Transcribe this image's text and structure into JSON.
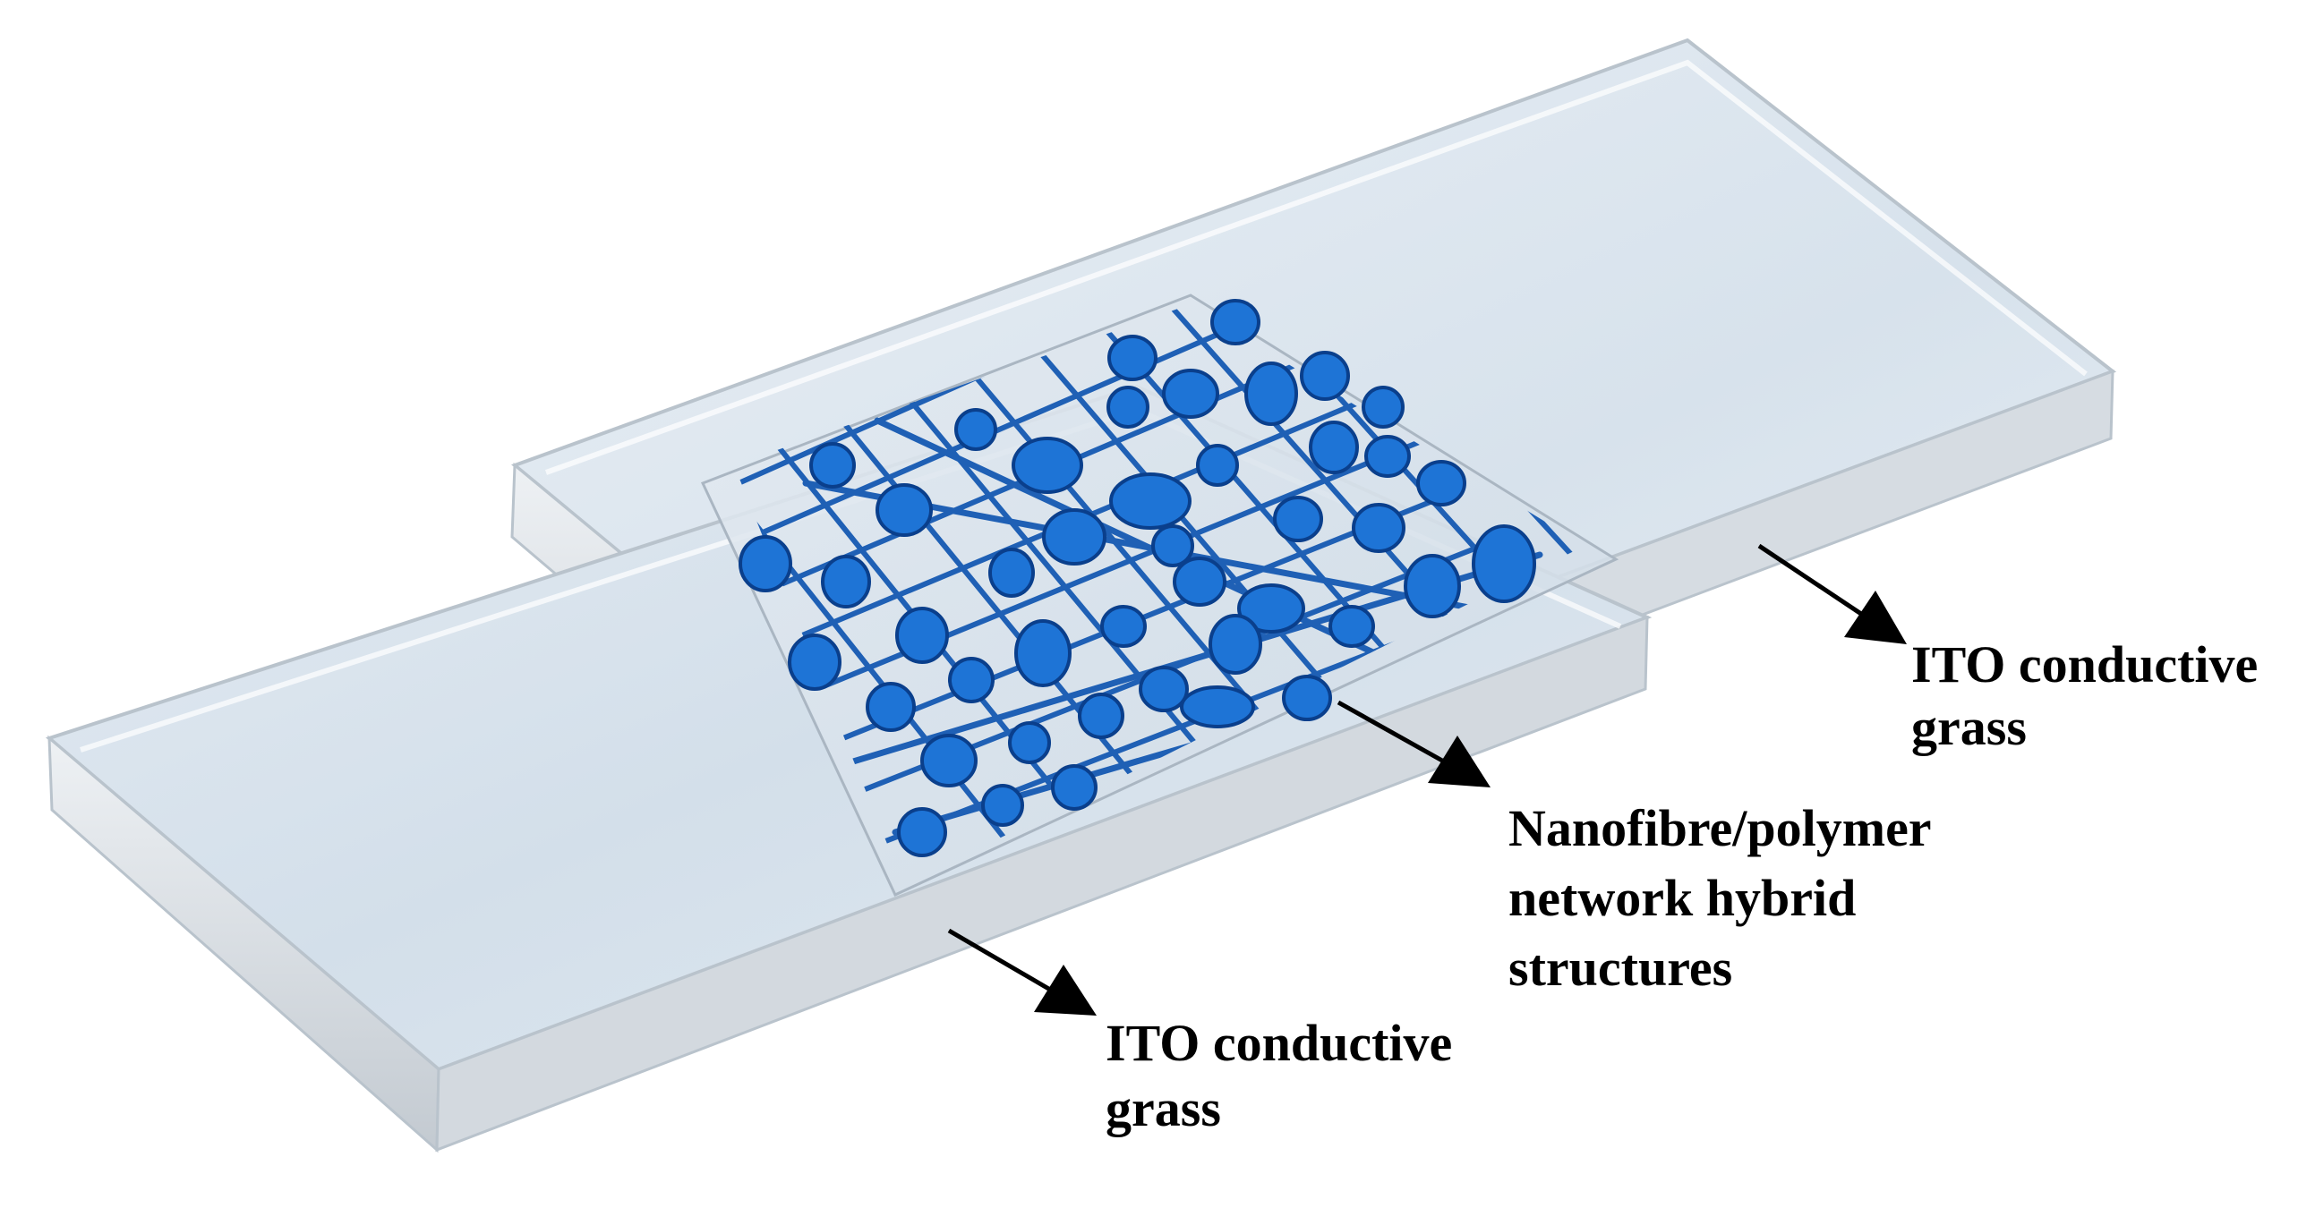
{
  "labels": {
    "top_glass": [
      "ITO conductive",
      "grass"
    ],
    "middle_layer": [
      "Nanofibre/polymer",
      "network hybrid",
      "structures"
    ],
    "bottom_glass": [
      "ITO conductive",
      "grass"
    ]
  },
  "colors": {
    "glass_face": "#dfe8f0",
    "glass_edge": "#cfd6dc",
    "fiber": "#1f60b5",
    "ellipse": "#1e74d6",
    "ellipse_stroke": "#0a3f8c",
    "text": "#000000"
  }
}
